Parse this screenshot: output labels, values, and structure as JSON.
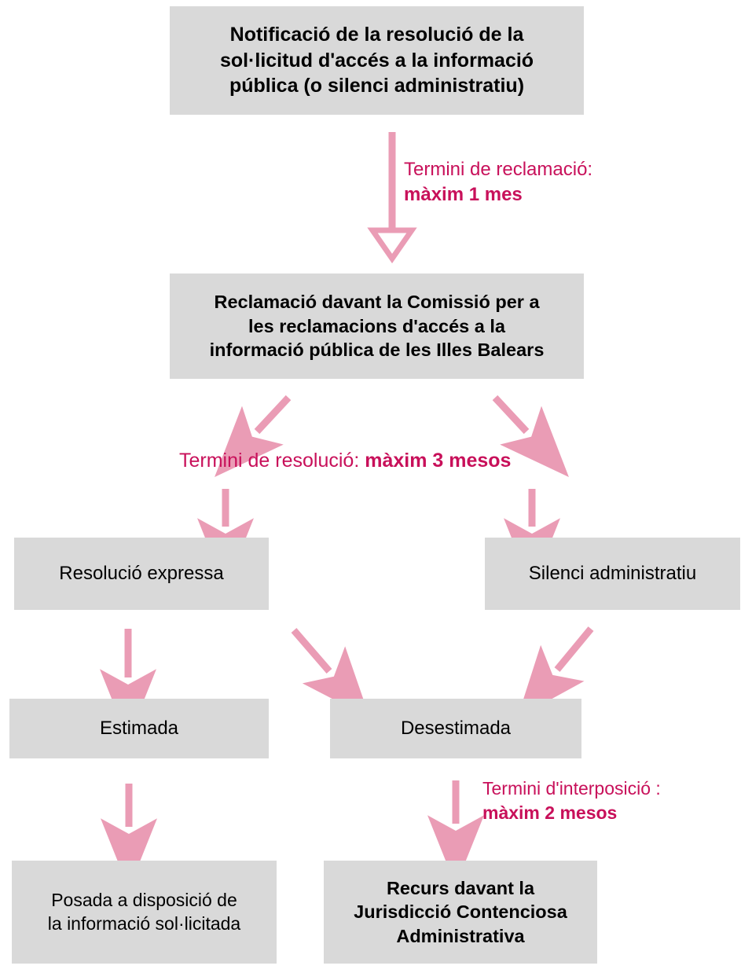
{
  "diagram": {
    "title": "Flux de reclamació d'accés a la informació pública",
    "colors": {
      "box_fill": "#d9d9d9",
      "box_text": "#000000",
      "arrow": "#ea9cb5",
      "label_text": "#c8105a",
      "background": "#ffffff"
    },
    "nodes": {
      "notificacio": {
        "text": "Notificació de la resolució de la\nsol·licitud d'accés a la informació\npública (o silenci administratiu)",
        "bold": true
      },
      "reclamacio": {
        "text": "Reclamació davant la Comissió per a\nles reclamacions d'accés  a la\ninformació pública de les Illes Balears",
        "bold": true
      },
      "resolucio_expressa": {
        "text": "Resolució expressa",
        "bold": false
      },
      "silenci": {
        "text": "Silenci administratiu",
        "bold": false
      },
      "estimada": {
        "text": "Estimada",
        "bold": false
      },
      "desestimada": {
        "text": "Desestimada",
        "bold": false
      },
      "posada": {
        "text": "Posada a disposició de\nla informació sol·licitada",
        "bold": false
      },
      "recurs": {
        "text": "Recurs davant la\nJurisdicció Contenciosa\nAdministrativa",
        "bold": true
      }
    },
    "labels": {
      "termini_reclamacio": {
        "line1": "Termini de reclamació:",
        "line2": "màxim 1 mes"
      },
      "termini_resolucio": {
        "line1": "Termini de resolució: ",
        "line2": "màxim 3 mesos"
      },
      "termini_interposicio": {
        "line1": "Termini  d'interposició :",
        "line2": "màxim 2 mesos"
      }
    },
    "connectors": [
      {
        "name": "notificacio-to-reclamacio",
        "style": "hollow-head",
        "direction": "down"
      },
      {
        "name": "reclamacio-to-resolucio-expressa",
        "style": "filled-head",
        "direction": "diagonal-down-left"
      },
      {
        "name": "reclamacio-to-silenci",
        "style": "filled-head",
        "direction": "diagonal-down-right"
      },
      {
        "name": "termini-to-resolucio-expressa",
        "style": "filled-head",
        "direction": "down"
      },
      {
        "name": "termini-to-silenci",
        "style": "filled-head",
        "direction": "down"
      },
      {
        "name": "resolucio-expressa-to-estimada",
        "style": "filled-head",
        "direction": "down"
      },
      {
        "name": "resolucio-expressa-to-desestimada",
        "style": "filled-head",
        "direction": "diagonal-down-right"
      },
      {
        "name": "silenci-to-desestimada",
        "style": "filled-head",
        "direction": "diagonal-down-left"
      },
      {
        "name": "estimada-to-posada",
        "style": "filled-head",
        "direction": "down"
      },
      {
        "name": "desestimada-to-recurs",
        "style": "filled-head",
        "direction": "down"
      }
    ]
  }
}
